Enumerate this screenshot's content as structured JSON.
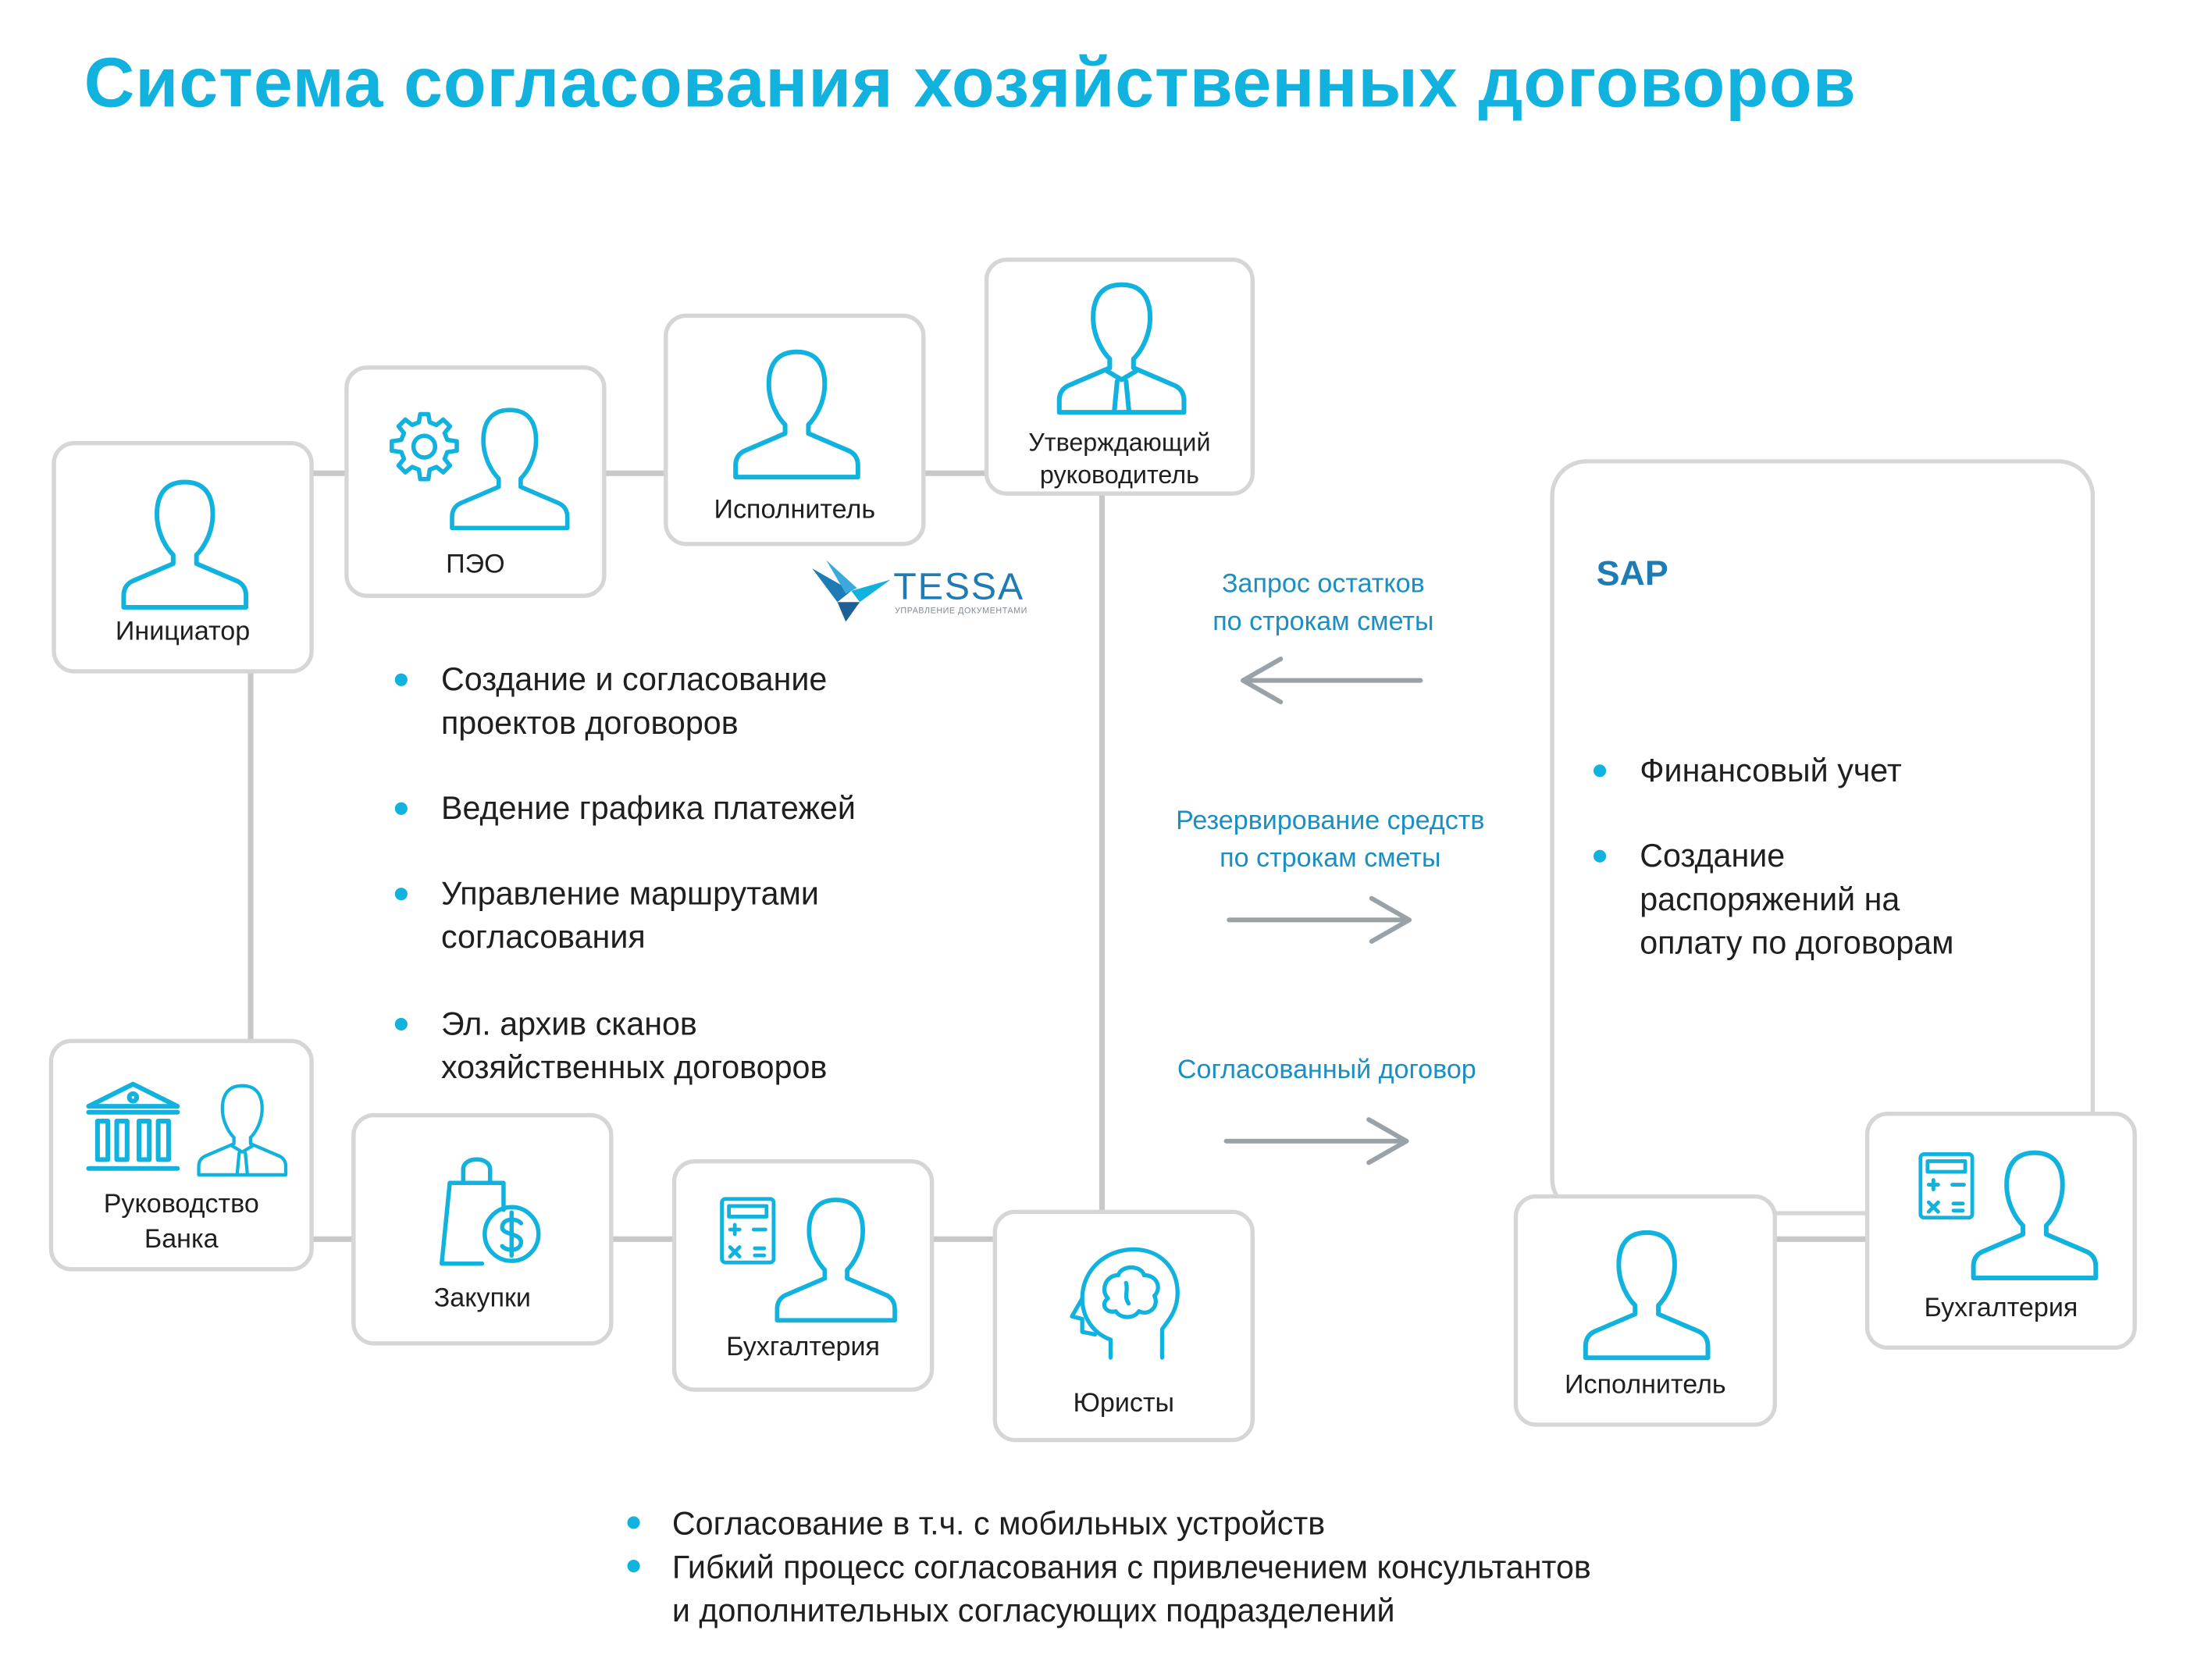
{
  "title": "Система согласования хозяйственных договоров",
  "colors": {
    "accent": "#12b2de",
    "flow_text": "#1c8fc2",
    "sap_title": "#1e7bb3",
    "box_border": "#d6d6d6",
    "connector": "#c8c8c8"
  },
  "logo": {
    "name": "TESSA",
    "tagline": "УПРАВЛЕНИЕ ДОКУМЕНТАМИ"
  },
  "nodes": {
    "initiator": {
      "label": "Инициатор",
      "icon": "person-icon"
    },
    "peo": {
      "label": "ПЭО",
      "icon": "gear-person-icon"
    },
    "executor": {
      "label": "Исполнитель",
      "icon": "person-icon"
    },
    "approver": {
      "label_line1": "Утверждающий",
      "label_line2": "руководитель",
      "icon": "manager-icon"
    },
    "bank_management": {
      "label_line1": "Руководство",
      "label_line2": "Банка",
      "icon": "bank-manager-icon"
    },
    "procurement": {
      "label": "Закупки",
      "icon": "shopping-bag-dollar-icon"
    },
    "accounting": {
      "label": "Бухгалтерия",
      "icon": "calculator-person-icon"
    },
    "lawyers": {
      "label": "Юристы",
      "icon": "brain-head-icon"
    },
    "sap_executor": {
      "label": "Исполнитель",
      "icon": "person-icon"
    },
    "sap_accounting": {
      "label": "Бухгалтерия",
      "icon": "calculator-person-icon"
    }
  },
  "tessa_features": [
    {
      "line1": "Создание и согласование",
      "line2": "проектов договоров"
    },
    {
      "line1": "Ведение графика платежей",
      "line2": ""
    },
    {
      "line1": "Управление маршрутами",
      "line2": "согласования"
    },
    {
      "line1": "Эл. архив сканов",
      "line2": "хозяйственных договоров"
    }
  ],
  "flows": [
    {
      "line1": "Запрос остатков",
      "line2": "по строкам сметы",
      "direction": "left"
    },
    {
      "line1": "Резервирование средств",
      "line2": "по строкам сметы",
      "direction": "right"
    },
    {
      "line1": "Согласованный договор",
      "line2": "",
      "direction": "right"
    }
  ],
  "sap": {
    "title": "SAP",
    "features": [
      {
        "line1": "Финансовый учет",
        "line2": "",
        "line3": ""
      },
      {
        "line1": "Создание",
        "line2": "распоряжений на",
        "line3": "оплату по договорам"
      }
    ]
  },
  "footer": {
    "items": [
      {
        "line1": "Согласование в т.ч. с мобильных устройств",
        "line2": ""
      },
      {
        "line1": "Гибкий процесс согласования с привлечением консультантов",
        "line2": "и дополнительных согласующих подразделений"
      }
    ]
  }
}
